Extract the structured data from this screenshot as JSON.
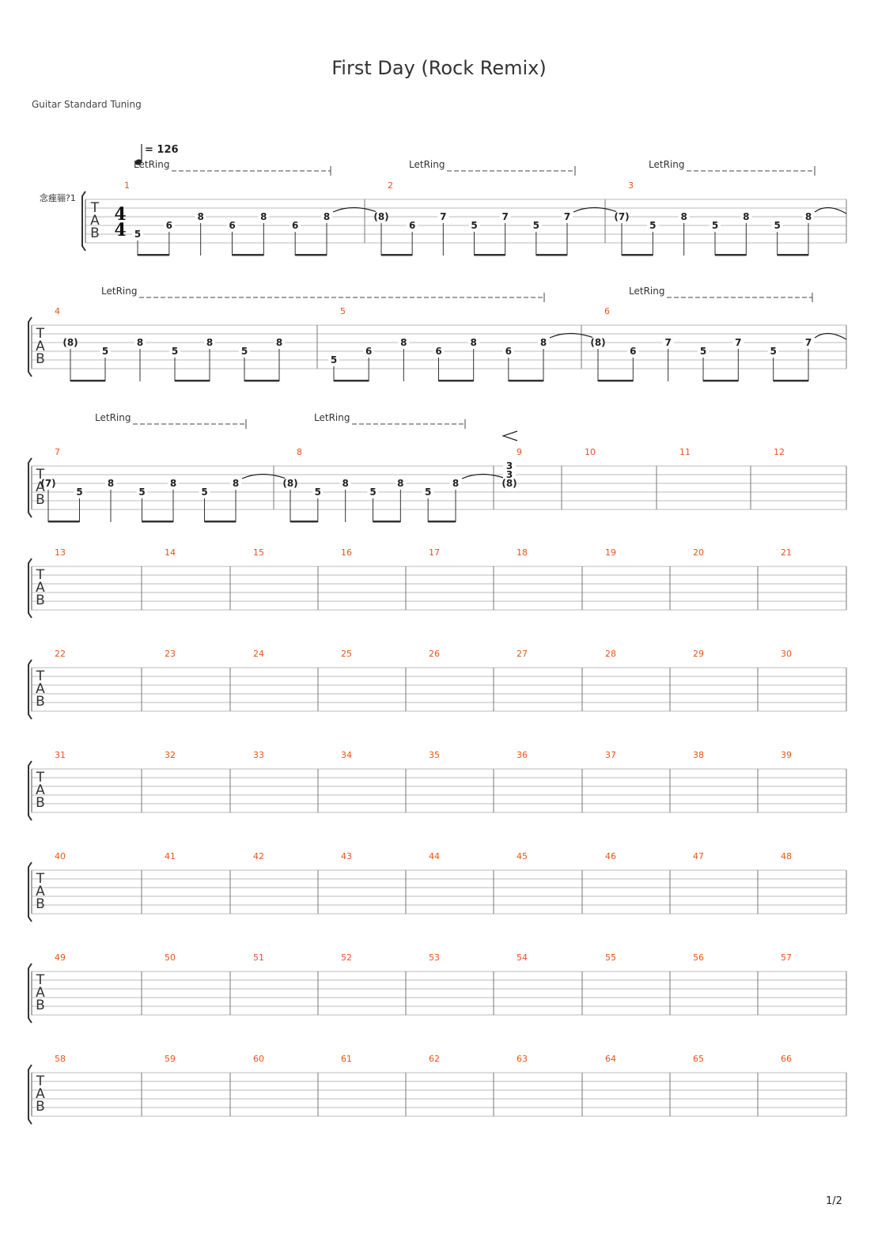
{
  "title": "First Day (Rock Remix)",
  "tuning": "Guitar Standard Tuning",
  "track_label": "念痤骊?1",
  "tempo": {
    "symbol": "♩",
    "text": "= 126"
  },
  "time_signature": {
    "top": "4",
    "bottom": "4"
  },
  "tab_letters": [
    "T",
    "A",
    "B"
  ],
  "let_ring_label": "LetRing",
  "page_number": "1/2",
  "colors": {
    "bar_number": "#e8541b",
    "staff_line": "#bbbbbb",
    "ink": "#222222"
  },
  "systems": [
    {
      "bars": [
        {
          "number": "1",
          "notes": [
            {
              "fret": "5",
              "string": 5
            },
            {
              "fret": "6",
              "string": 4
            },
            {
              "fret": "8",
              "string": 3
            },
            {
              "fret": "6",
              "string": 4
            },
            {
              "fret": "8",
              "string": 3
            },
            {
              "fret": "6",
              "string": 4
            },
            {
              "fret": "8",
              "string": 3,
              "tie_out": true
            }
          ]
        },
        {
          "number": "2",
          "notes": [
            {
              "fret": "(8)",
              "string": 3
            },
            {
              "fret": "6",
              "string": 4
            },
            {
              "fret": "7",
              "string": 3
            },
            {
              "fret": "5",
              "string": 4
            },
            {
              "fret": "7",
              "string": 3
            },
            {
              "fret": "5",
              "string": 4
            },
            {
              "fret": "7",
              "string": 3,
              "tie_out": true
            }
          ]
        },
        {
          "number": "3",
          "notes": [
            {
              "fret": "(7)",
              "string": 3
            },
            {
              "fret": "5",
              "string": 4
            },
            {
              "fret": "8",
              "string": 3
            },
            {
              "fret": "5",
              "string": 4
            },
            {
              "fret": "8",
              "string": 3
            },
            {
              "fret": "5",
              "string": 4
            },
            {
              "fret": "8",
              "string": 3,
              "tie_out": true
            }
          ]
        }
      ]
    },
    {
      "bars": [
        {
          "number": "4",
          "notes": [
            {
              "fret": "(8)",
              "string": 3
            },
            {
              "fret": "5",
              "string": 4
            },
            {
              "fret": "8",
              "string": 3
            },
            {
              "fret": "5",
              "string": 4
            },
            {
              "fret": "8",
              "string": 3
            },
            {
              "fret": "5",
              "string": 4
            },
            {
              "fret": "8",
              "string": 3
            }
          ]
        },
        {
          "number": "5",
          "notes": [
            {
              "fret": "5",
              "string": 5
            },
            {
              "fret": "6",
              "string": 4
            },
            {
              "fret": "8",
              "string": 3
            },
            {
              "fret": "6",
              "string": 4
            },
            {
              "fret": "8",
              "string": 3
            },
            {
              "fret": "6",
              "string": 4
            },
            {
              "fret": "8",
              "string": 3,
              "tie_out": true
            }
          ]
        },
        {
          "number": "6",
          "notes": [
            {
              "fret": "(8)",
              "string": 3
            },
            {
              "fret": "6",
              "string": 4
            },
            {
              "fret": "7",
              "string": 3
            },
            {
              "fret": "5",
              "string": 4
            },
            {
              "fret": "7",
              "string": 3
            },
            {
              "fret": "5",
              "string": 4
            },
            {
              "fret": "7",
              "string": 3,
              "tie_out": true
            }
          ]
        }
      ]
    },
    {
      "bars": [
        {
          "number": "7",
          "notes": [
            {
              "fret": "(7)",
              "string": 3
            },
            {
              "fret": "5",
              "string": 4
            },
            {
              "fret": "8",
              "string": 3
            },
            {
              "fret": "5",
              "string": 4
            },
            {
              "fret": "8",
              "string": 3
            },
            {
              "fret": "5",
              "string": 4
            },
            {
              "fret": "8",
              "string": 3,
              "tie_out": true
            }
          ]
        },
        {
          "number": "8",
          "notes": [
            {
              "fret": "(8)",
              "string": 3
            },
            {
              "fret": "5",
              "string": 4
            },
            {
              "fret": "8",
              "string": 3
            },
            {
              "fret": "5",
              "string": 4
            },
            {
              "fret": "8",
              "string": 3
            },
            {
              "fret": "5",
              "string": 4
            },
            {
              "fret": "8",
              "string": 3,
              "tie_out": true
            }
          ]
        },
        {
          "number": "9",
          "chord": [
            {
              "fret": "3",
              "string": 1
            },
            {
              "fret": "3",
              "string": 2
            },
            {
              "fret": "(8)",
              "string": 3
            }
          ],
          "crescendo": true
        },
        {
          "number": "10"
        },
        {
          "number": "11"
        },
        {
          "number": "12"
        }
      ]
    },
    {
      "bars": [
        {
          "number": "13"
        },
        {
          "number": "14"
        },
        {
          "number": "15"
        },
        {
          "number": "16"
        },
        {
          "number": "17"
        },
        {
          "number": "18"
        },
        {
          "number": "19"
        },
        {
          "number": "20"
        },
        {
          "number": "21"
        }
      ]
    },
    {
      "bars": [
        {
          "number": "22"
        },
        {
          "number": "23"
        },
        {
          "number": "24"
        },
        {
          "number": "25"
        },
        {
          "number": "26"
        },
        {
          "number": "27"
        },
        {
          "number": "28"
        },
        {
          "number": "29"
        },
        {
          "number": "30"
        }
      ]
    },
    {
      "bars": [
        {
          "number": "31"
        },
        {
          "number": "32"
        },
        {
          "number": "33"
        },
        {
          "number": "34"
        },
        {
          "number": "35"
        },
        {
          "number": "36"
        },
        {
          "number": "37"
        },
        {
          "number": "38"
        },
        {
          "number": "39"
        }
      ]
    },
    {
      "bars": [
        {
          "number": "40"
        },
        {
          "number": "41"
        },
        {
          "number": "42"
        },
        {
          "number": "43"
        },
        {
          "number": "44"
        },
        {
          "number": "45"
        },
        {
          "number": "46"
        },
        {
          "number": "47"
        },
        {
          "number": "48"
        }
      ]
    },
    {
      "bars": [
        {
          "number": "49"
        },
        {
          "number": "50"
        },
        {
          "number": "51"
        },
        {
          "number": "52"
        },
        {
          "number": "53"
        },
        {
          "number": "54"
        },
        {
          "number": "55"
        },
        {
          "number": "56"
        },
        {
          "number": "57"
        }
      ]
    },
    {
      "bars": [
        {
          "number": "58"
        },
        {
          "number": "59"
        },
        {
          "number": "60"
        },
        {
          "number": "61"
        },
        {
          "number": "62"
        },
        {
          "number": "63"
        },
        {
          "number": "64"
        },
        {
          "number": "65"
        },
        {
          "number": "66"
        }
      ]
    }
  ]
}
